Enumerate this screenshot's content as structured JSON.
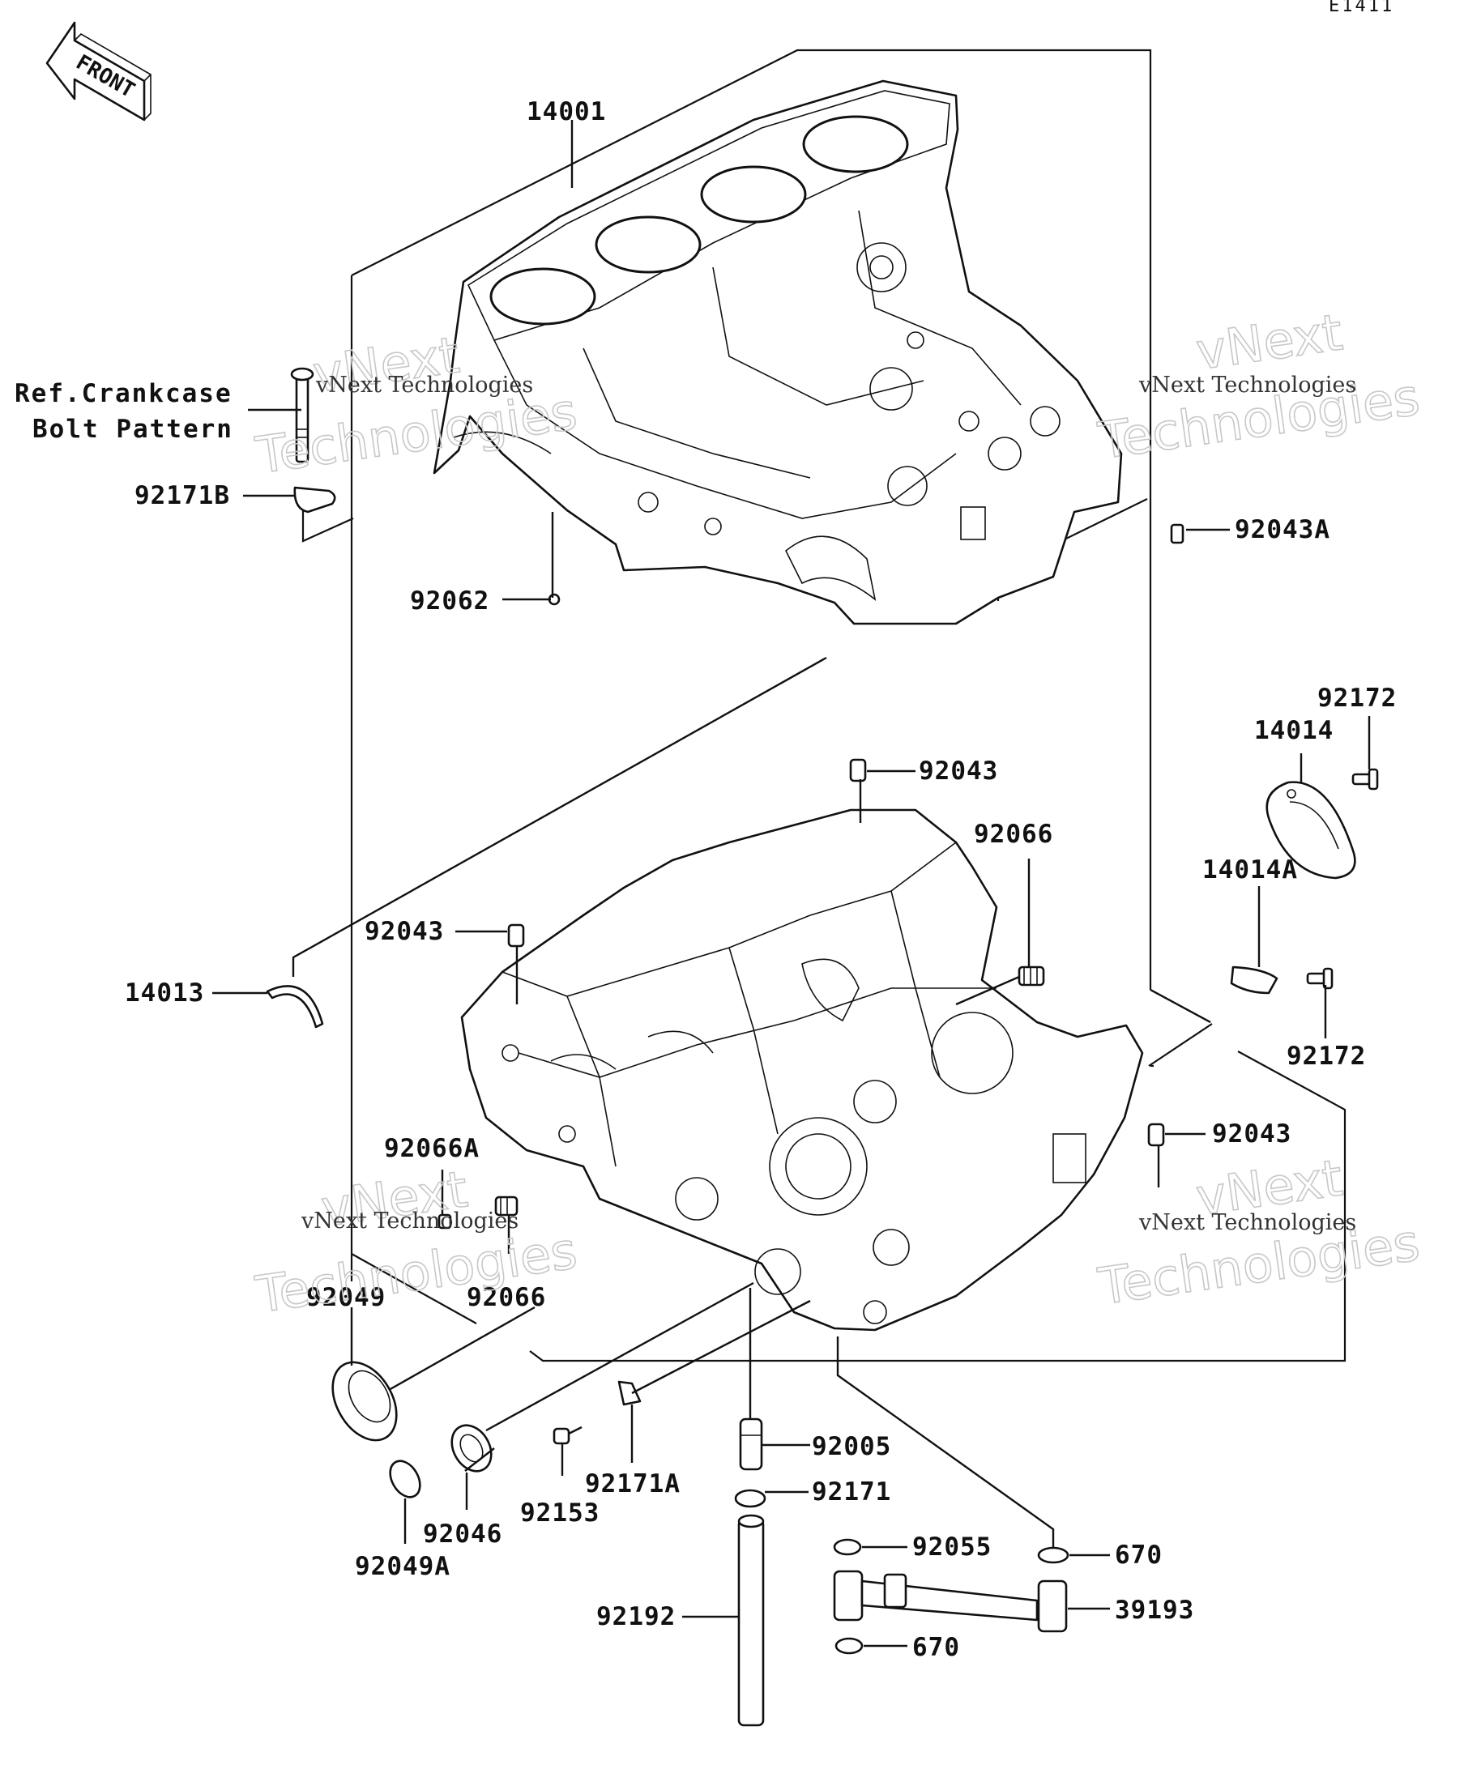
{
  "diagram": {
    "code": "E1411",
    "front_label": "FRONT",
    "ref_note": [
      "Ref.Crankcase",
      "Bolt Pattern"
    ],
    "watermark": [
      "vNext",
      "Technologies",
      "vNext Technologies"
    ],
    "parts": [
      {
        "id": "p14001",
        "label": "14001"
      },
      {
        "id": "p92171B",
        "label": "92171B"
      },
      {
        "id": "p92062",
        "label": "92062"
      },
      {
        "id": "p92043A",
        "label": "92043A"
      },
      {
        "id": "p92172a",
        "label": "92172"
      },
      {
        "id": "p14014",
        "label": "14014"
      },
      {
        "id": "p92043a",
        "label": "92043"
      },
      {
        "id": "p92066a",
        "label": "92066"
      },
      {
        "id": "p92043b",
        "label": "92043"
      },
      {
        "id": "p14014A",
        "label": "14014A"
      },
      {
        "id": "p14013",
        "label": "14013"
      },
      {
        "id": "p92172b",
        "label": "92172"
      },
      {
        "id": "p92043c",
        "label": "92043"
      },
      {
        "id": "p92066A",
        "label": "92066A"
      },
      {
        "id": "p92066b",
        "label": "92066"
      },
      {
        "id": "p92049",
        "label": "92049"
      },
      {
        "id": "p92005",
        "label": "92005"
      },
      {
        "id": "p92171A",
        "label": "92171A"
      },
      {
        "id": "p92171",
        "label": "92171"
      },
      {
        "id": "p92153",
        "label": "92153"
      },
      {
        "id": "p92046",
        "label": "92046"
      },
      {
        "id": "p92049A",
        "label": "92049A"
      },
      {
        "id": "p92055",
        "label": "92055"
      },
      {
        "id": "p670a",
        "label": "670"
      },
      {
        "id": "p39193",
        "label": "39193"
      },
      {
        "id": "p92192",
        "label": "92192"
      },
      {
        "id": "p670b",
        "label": "670"
      }
    ]
  }
}
